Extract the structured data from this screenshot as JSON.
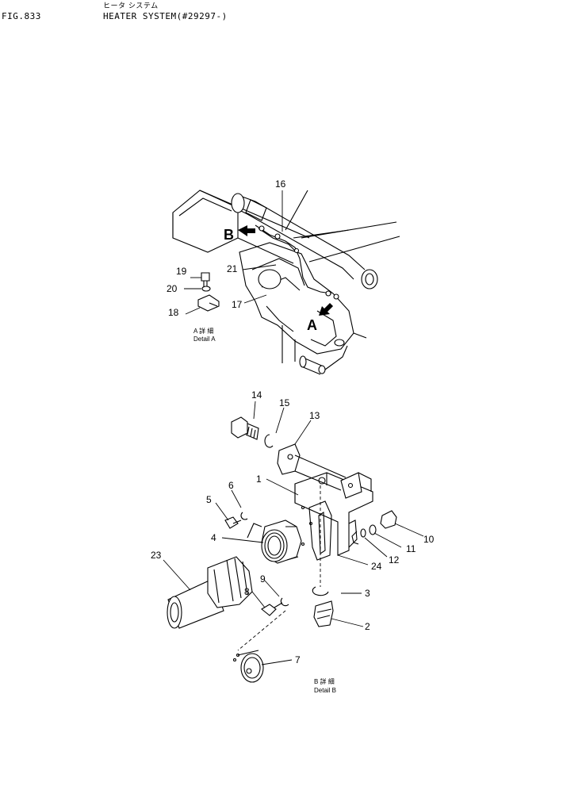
{
  "header": {
    "figure_number": "FIG.833",
    "title_japanese": "ヒータ システム",
    "title_english": "HEATER SYSTEM(#29297-)"
  },
  "detail_a": {
    "label_japanese": "A 詳 細",
    "label_english": "Detail A",
    "view_letter": "A",
    "view_letter_b": "B"
  },
  "detail_b": {
    "label_japanese": "B 詳 細",
    "label_english": "Detail B"
  },
  "callouts": [
    "1",
    "2",
    "3",
    "4",
    "5",
    "6",
    "7",
    "8",
    "9",
    "10",
    "11",
    "12",
    "13",
    "14",
    "15",
    "16",
    "17",
    "18",
    "19",
    "20",
    "21",
    "23",
    "24"
  ]
}
